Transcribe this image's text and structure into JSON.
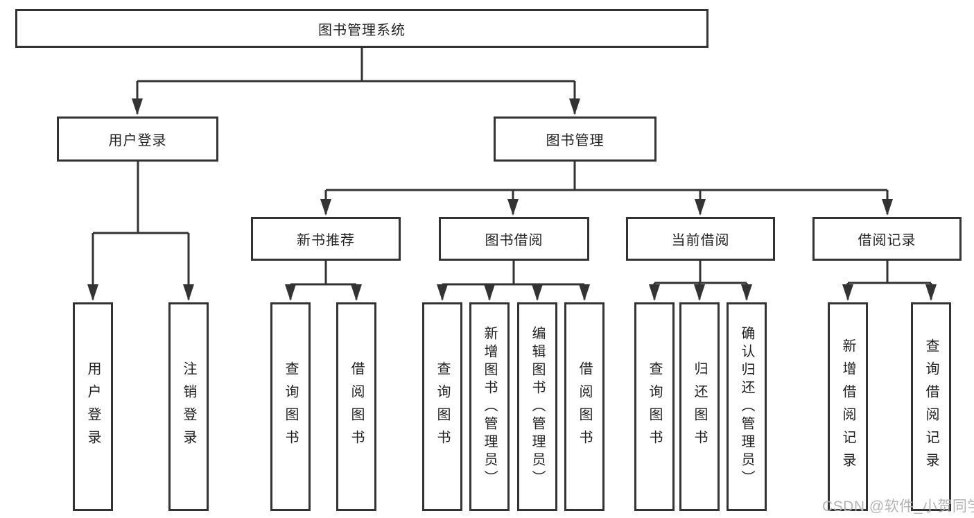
{
  "diagram": {
    "root": "图书管理系统",
    "branches": [
      {
        "label": "用户登录",
        "leaves": [
          "用户登录",
          "注销登录"
        ]
      },
      {
        "label": "图书管理",
        "groups": [
          {
            "label": "新书推荐",
            "leaves": [
              "查询图书",
              "借阅图书"
            ]
          },
          {
            "label": "图书借阅",
            "leaves": [
              "查询图书",
              "新增图书（管理员）",
              "编辑图书（管理员）",
              "借阅图书"
            ]
          },
          {
            "label": "当前借阅",
            "leaves": [
              "查询图书",
              "归还图书",
              "确认归还（管理员）"
            ]
          },
          {
            "label": "借阅记录",
            "leaves": [
              "新增借阅记录",
              "查询借阅记录"
            ]
          }
        ]
      }
    ]
  },
  "watermark": "CSDN @软件_小贺同学",
  "colors": {
    "line": "#333333",
    "box_border": "#333333",
    "text": "#222222",
    "watermark": "#b3b3b3",
    "background": "#ffffff"
  }
}
